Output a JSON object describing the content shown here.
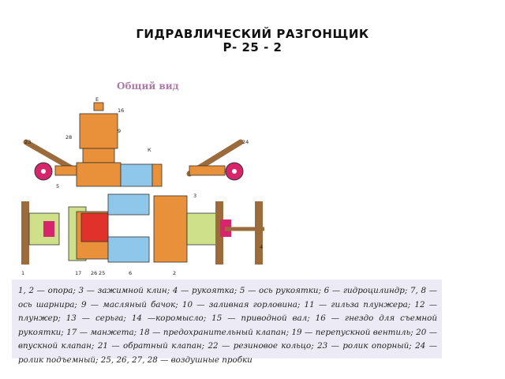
{
  "title_line1": "ГИДРАВЛИЧЕСКИЙ   РАЗГОНЩИК",
  "title_line2": "Р- 25 - 2",
  "subtitle": "Общий вид",
  "legend": "1, 2 — опора; 3 — зажимной клин; 4 — рукоятка; 5 — ось рукоятки; 6 — гидроцилиндр; 7, 8 — ось шарнира; 9 — масляный бачок; 10 — заливная горловина; 11 — гильза плунжера; 12 — плунжер; 13 — серьга; 14 —коромысло; 15 — приводной вал; 16 — гнездо для съемной рукоятки; 17 — манжета; 18 — предохранительный клапан; 19 — перепускной вентиль; 20 — впускной клапан; 21 — обратный клапан; 22 — резиновое кольцо; 23 — ролик опорный; 24 — ролик подъемный; 25, 26, 27, 28 — воздушные пробки",
  "figure_labels": {
    "n16": "16",
    "n9": "9",
    "n23": "23",
    "n28": "28",
    "n24": "24",
    "nK": "К",
    "n5": "5",
    "n1": "1",
    "n2": "2",
    "n3": "3",
    "n4": "4",
    "n6": "6",
    "n26": "26",
    "n25": "25",
    "n17": "17",
    "nE": "Е"
  },
  "colors": {
    "orange": "#e8913a",
    "blue": "#8fc7ea",
    "red": "#e0322b",
    "green": "#cfe08a",
    "wood": "#9b6b3c",
    "pink": "#d8246a",
    "legend_bg": "#ecebf5"
  }
}
